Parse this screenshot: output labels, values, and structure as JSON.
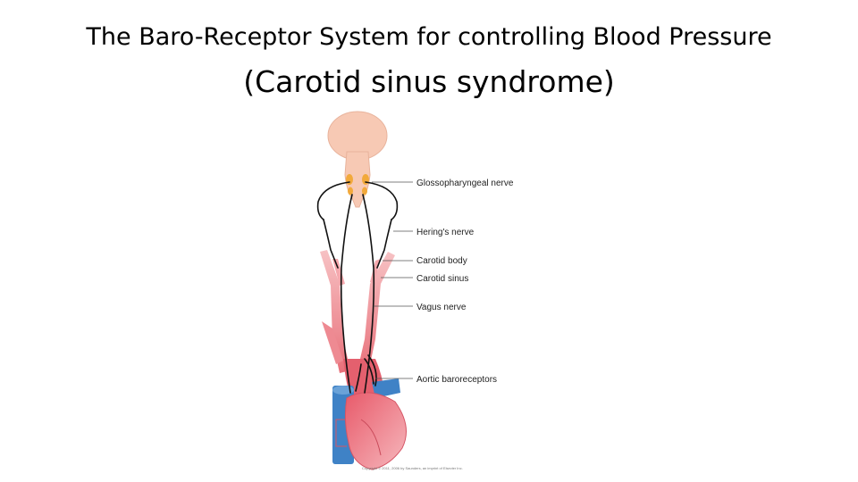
{
  "slide": {
    "title_line1": "The Baro-Receptor System for controlling Blood Pressure",
    "title_line2": "(Carotid sinus syndrome)"
  },
  "diagram": {
    "labels": {
      "glossopharyngeal": "Glossopharyngeal nerve",
      "hering": "Hering's nerve",
      "carotid_body": "Carotid body",
      "carotid_sinus": "Carotid sinus",
      "vagus": "Vagus nerve",
      "aortic": "Aortic baroreceptors"
    },
    "copyright": "Copyright © 2011, 2006 by Saunders, an imprint of Elsevier Inc.",
    "colors": {
      "brain": "#f7c9b4",
      "artery": "#e8707a",
      "artery_light": "#f4a8ad",
      "vein": "#3f82c6",
      "ganglion": "#f2a93b",
      "nerve": "#111111"
    }
  }
}
